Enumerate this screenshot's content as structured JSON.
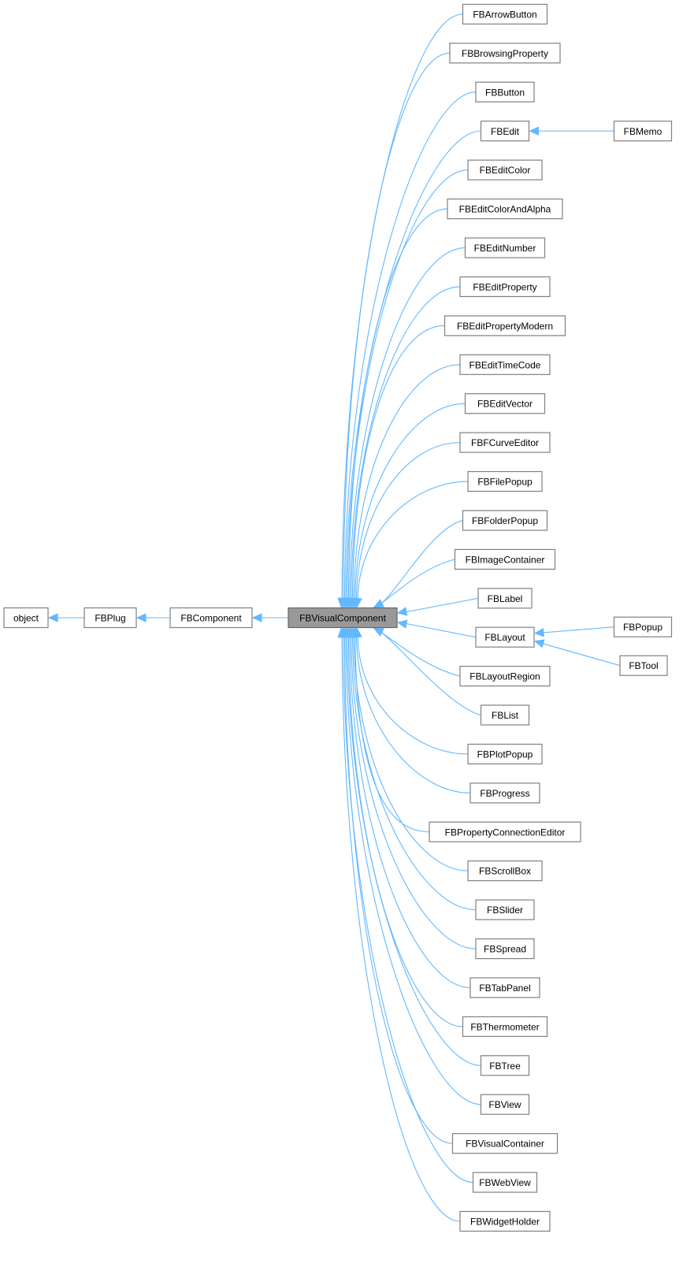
{
  "diagram": {
    "type": "inheritance-graph",
    "direction": "right-to-left",
    "edge_color": "#63b8ff",
    "highlight_color": "#999999",
    "focus_class": "FBVisualComponent",
    "ancestors": [
      "object",
      "FBPlug",
      "FBComponent"
    ],
    "children": [
      {
        "name": "FBArrowButton",
        "subclasses": []
      },
      {
        "name": "FBBrowsingProperty",
        "subclasses": []
      },
      {
        "name": "FBButton",
        "subclasses": []
      },
      {
        "name": "FBEdit",
        "subclasses": [
          "FBMemo"
        ]
      },
      {
        "name": "FBEditColor",
        "subclasses": []
      },
      {
        "name": "FBEditColorAndAlpha",
        "subclasses": []
      },
      {
        "name": "FBEditNumber",
        "subclasses": []
      },
      {
        "name": "FBEditProperty",
        "subclasses": []
      },
      {
        "name": "FBEditPropertyModern",
        "subclasses": []
      },
      {
        "name": "FBEditTimeCode",
        "subclasses": []
      },
      {
        "name": "FBEditVector",
        "subclasses": []
      },
      {
        "name": "FBFCurveEditor",
        "subclasses": []
      },
      {
        "name": "FBFilePopup",
        "subclasses": []
      },
      {
        "name": "FBFolderPopup",
        "subclasses": []
      },
      {
        "name": "FBImageContainer",
        "subclasses": []
      },
      {
        "name": "FBLabel",
        "subclasses": []
      },
      {
        "name": "FBLayout",
        "subclasses": [
          "FBPopup",
          "FBTool"
        ]
      },
      {
        "name": "FBLayoutRegion",
        "subclasses": []
      },
      {
        "name": "FBList",
        "subclasses": []
      },
      {
        "name": "FBPlotPopup",
        "subclasses": []
      },
      {
        "name": "FBProgress",
        "subclasses": []
      },
      {
        "name": "FBPropertyConnectionEditor",
        "subclasses": []
      },
      {
        "name": "FBScrollBox",
        "subclasses": []
      },
      {
        "name": "FBSlider",
        "subclasses": []
      },
      {
        "name": "FBSpread",
        "subclasses": []
      },
      {
        "name": "FBTabPanel",
        "subclasses": []
      },
      {
        "name": "FBThermometer",
        "subclasses": []
      },
      {
        "name": "FBTree",
        "subclasses": []
      },
      {
        "name": "FBView",
        "subclasses": []
      },
      {
        "name": "FBVisualContainer",
        "subclasses": []
      },
      {
        "name": "FBWebView",
        "subclasses": []
      },
      {
        "name": "FBWidgetHolder",
        "subclasses": []
      }
    ]
  }
}
